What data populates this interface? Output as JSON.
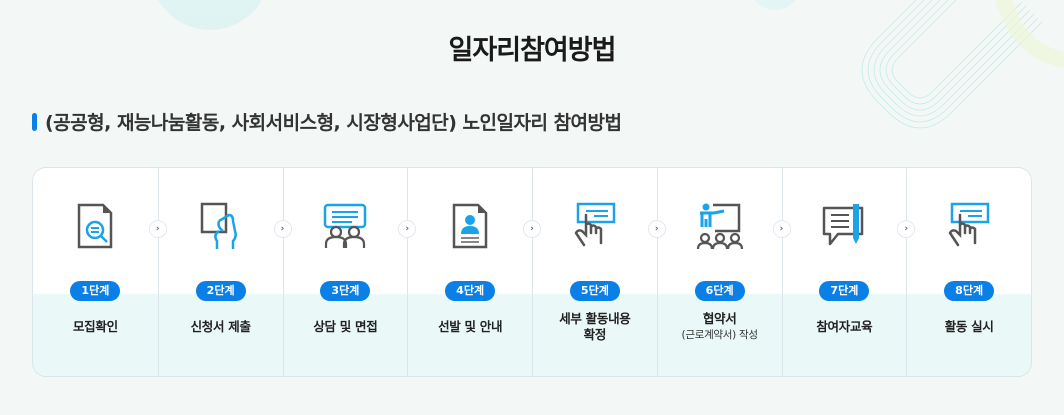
{
  "page": {
    "title": "일자리참여방법",
    "section_heading": "(공공형, 재능나눔활동, 사회서비스형, 시장형사업단) 노인일자리 참여방법"
  },
  "colors": {
    "accent": "#0a7fe6",
    "background": "#f3f8f7",
    "card_bottom": "#eaf8f7"
  },
  "steps": [
    {
      "badge": "1단계",
      "label": "모집확인",
      "sublabel": "",
      "icon": "document-search-icon"
    },
    {
      "badge": "2단계",
      "label": "신청서 제출",
      "sublabel": "",
      "icon": "hand-holding-paper-icon"
    },
    {
      "badge": "3단계",
      "label": "상담 및 면접",
      "sublabel": "",
      "icon": "consultation-people-icon"
    },
    {
      "badge": "4단계",
      "label": "선발 및 안내",
      "sublabel": "",
      "icon": "profile-document-icon"
    },
    {
      "badge": "5단계",
      "label": "세부 활동내용",
      "label2": "확정",
      "sublabel": "",
      "icon": "touch-screen-icon"
    },
    {
      "badge": "6단계",
      "label": "협약서",
      "sublabel": "(근로계약서) 작성",
      "icon": "presentation-audience-icon"
    },
    {
      "badge": "7단계",
      "label": "참여자교육",
      "sublabel": "",
      "icon": "speech-bubble-pen-icon"
    },
    {
      "badge": "8단계",
      "label": "활동 실시",
      "sublabel": "",
      "icon": "touch-screen-icon"
    }
  ],
  "arrow_glyph": "›"
}
